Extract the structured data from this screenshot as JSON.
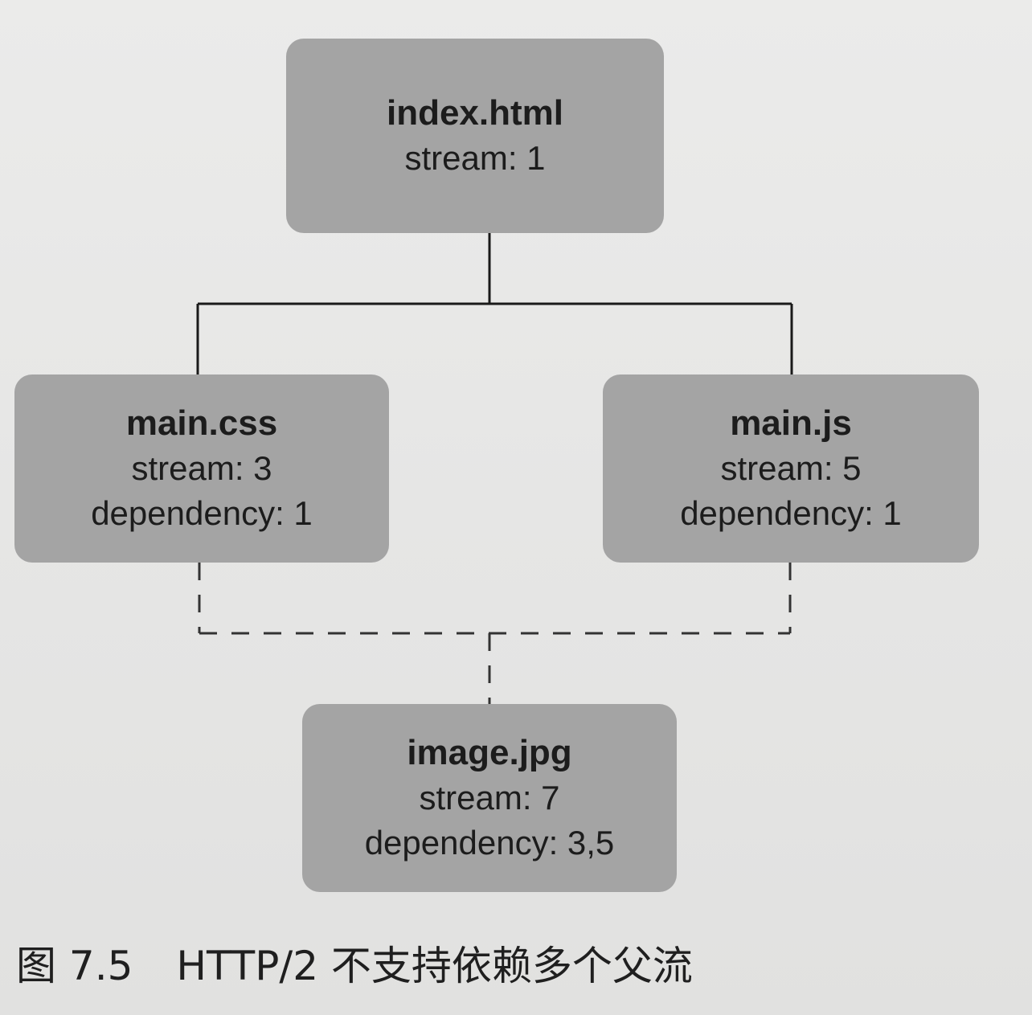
{
  "nodes": {
    "index": {
      "title": "index.html",
      "stream": "stream: 1"
    },
    "css": {
      "title": "main.css",
      "stream": "stream: 3",
      "dependency": "dependency: 1"
    },
    "js": {
      "title": "main.js",
      "stream": "stream: 5",
      "dependency": "dependency: 1"
    },
    "image": {
      "title": "image.jpg",
      "stream": "stream: 7",
      "dependency": "dependency: 3,5"
    }
  },
  "caption": {
    "number": "图 7.5",
    "text": "HTTP/2 不支持依赖多个父流"
  },
  "colors": {
    "node_fill": "#a4a4a4",
    "line": "#1a1a1a",
    "background": "#e7e7e6"
  }
}
